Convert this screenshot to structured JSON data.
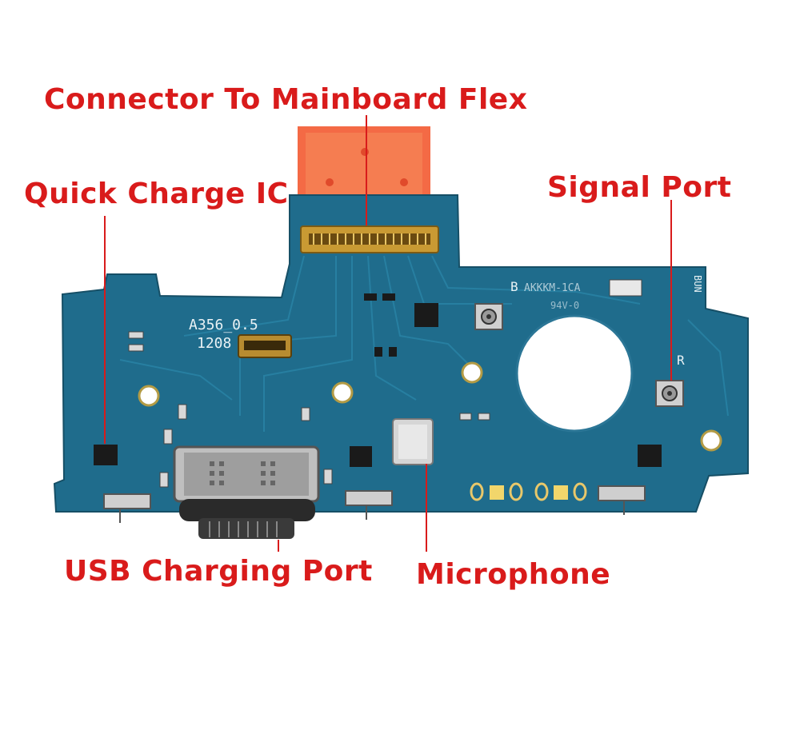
{
  "labels": {
    "connector": "Connector To Mainboard Flex",
    "quick_charge": "Quick Charge IC",
    "signal_port": "Signal Port",
    "usb_port": "USB Charging Port",
    "microphone": "Microphone"
  },
  "silkscreen": {
    "model": "A356_0.5",
    "date": "1208",
    "marker_b": "B",
    "marker_r": "R",
    "code": "AKKKM-1CA",
    "rating": "94V-0",
    "bun": "BUN"
  },
  "colors": {
    "label": "#d91b1b",
    "board": "#1f6c8c",
    "flex": "#f46a45",
    "gold": "#c99a33"
  }
}
